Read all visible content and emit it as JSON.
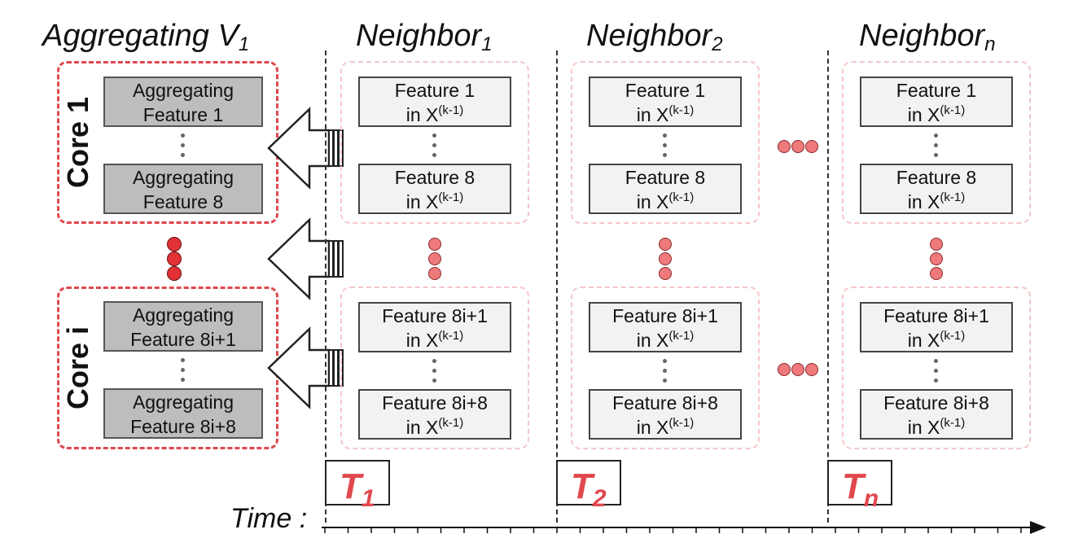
{
  "headings": {
    "aggregating": "Aggregating V",
    "aggregating_sub": "1",
    "neighbor_word": "Neighbor",
    "neighbors": [
      {
        "sub": "1"
      },
      {
        "sub": "2"
      },
      {
        "sub": "n"
      }
    ]
  },
  "cores": [
    {
      "label": "Core 1",
      "items": [
        {
          "line1": "Aggregating",
          "line2": "Feature 1"
        },
        {
          "line1": "Aggregating",
          "line2": "Feature 8"
        }
      ]
    },
    {
      "label": "Core i",
      "items": [
        {
          "line1": "Aggregating",
          "line2": "Feature 8i+1"
        },
        {
          "line1": "Aggregating",
          "line2": "Feature 8i+8"
        }
      ]
    }
  ],
  "feature_groups": [
    {
      "a": "Feature 1",
      "b": "Feature 8"
    },
    {
      "a": "Feature 8i+1",
      "b": "Feature 8i+8"
    }
  ],
  "feature_in": "in X",
  "feature_sup": "(k-1)",
  "time_slots": [
    {
      "letter": "T",
      "sub": "1"
    },
    {
      "letter": "T",
      "sub": "2"
    },
    {
      "letter": "T",
      "sub": "n"
    }
  ],
  "time_label": "Time :",
  "colors": {
    "accent_red": "#e0484d",
    "light_red": "#f6c7c8",
    "agg_fill": "#bdbdbd",
    "feature_fill": "#f2f2f2"
  }
}
